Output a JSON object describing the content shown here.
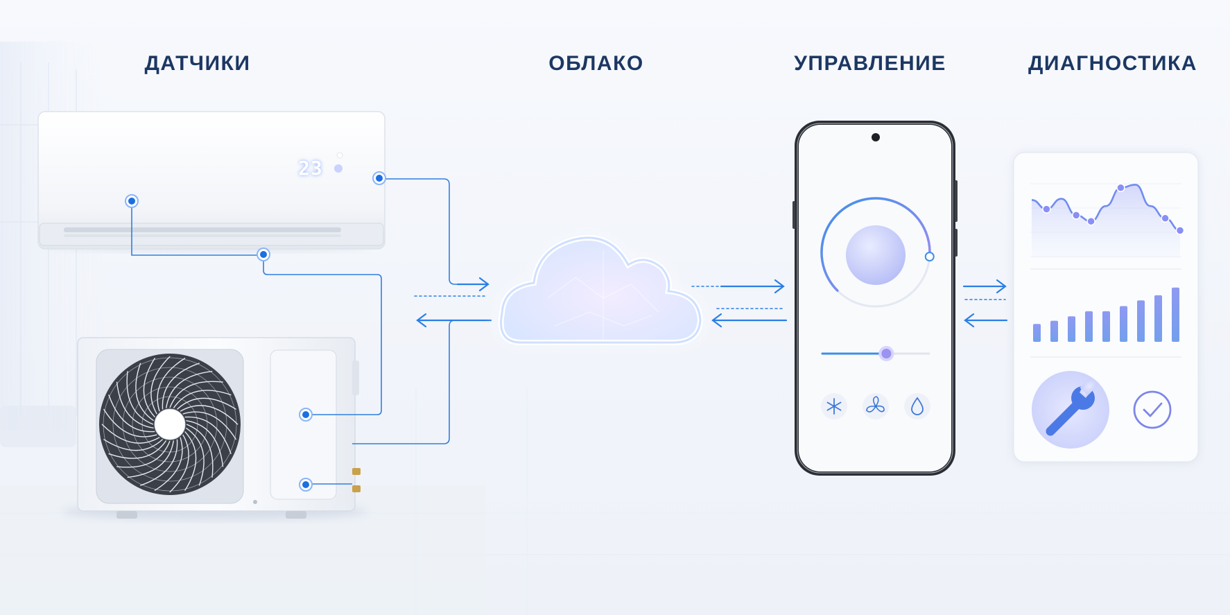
{
  "sections": {
    "sensors": "ДАТЧИКИ",
    "cloud": "ОБЛАКО",
    "control": "УПРАВЛЕНИЕ",
    "diagnostics": "ДИАГНОСТИКА"
  },
  "indoor_unit": {
    "display_temperature": "23"
  },
  "phone_app": {
    "dial_level": 0.85,
    "slider_level": 0.6,
    "mode_icons": [
      "snowflake-icon",
      "fan-icon",
      "water-drop-icon"
    ]
  },
  "dashboard": {
    "line_trend": [
      0.7,
      0.55,
      0.72,
      0.45,
      0.35,
      0.6,
      0.9,
      0.95,
      0.6,
      0.4,
      0.2
    ],
    "bar_levels": [
      0.28,
      0.33,
      0.4,
      0.48,
      0.48,
      0.56,
      0.65,
      0.73,
      0.85
    ],
    "icons": [
      "wrench-icon",
      "checkmark-icon"
    ]
  },
  "colors": {
    "heading": "#1c3763",
    "accent_blue": "#1b74e4",
    "cloud_glow": "#9fc3ff",
    "chart_purple": "#8a8ff5"
  }
}
